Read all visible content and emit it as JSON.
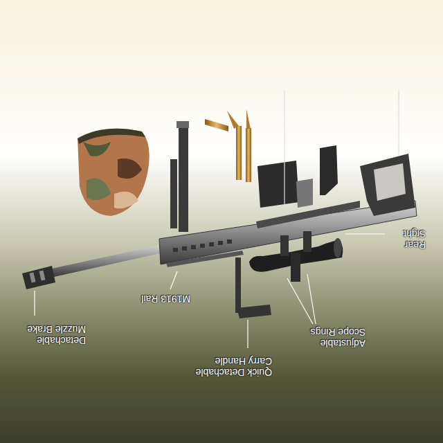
{
  "diagram": {
    "labels": [
      "Detachable Muzzle Brake",
      "M1913 Rail",
      "Quick Detachable Carry Handle",
      "Adjustable Scope Rings",
      "Rear Sight"
    ]
  }
}
